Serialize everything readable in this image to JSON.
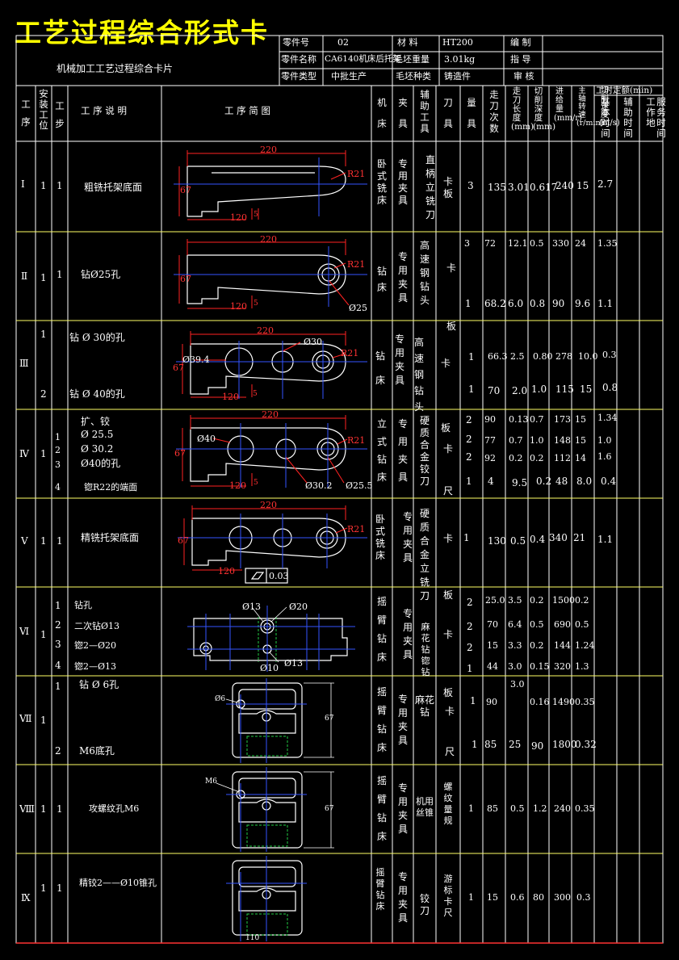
{
  "title": "工艺过程综合形式卡",
  "card_name": "机械加工工艺过程综合卡片",
  "header": {
    "part_no_label": "零件号",
    "part_no": "02",
    "material_label": "材 料",
    "material": "HT200",
    "compile_label": "编 制",
    "part_name_label": "零件名称",
    "part_name": "CA6140机床后托架",
    "blank_weight_label": "毛坯重量",
    "blank_weight": "3.01kg",
    "guide_label": "指 导",
    "part_type_label": "零件类型",
    "part_type": "中批生产",
    "blank_type_label": "毛坯种类",
    "blank_type": "铸造件",
    "review_label": "审 核"
  },
  "columns": {
    "c1": "工序",
    "c2": "安装工位",
    "c3": "工步",
    "c4": "工 序 说 明",
    "c5": "工 序 简 图",
    "c6": "机床",
    "c7": "夹具",
    "c8": "辅助工具",
    "c9": "刀具",
    "c10": "量具",
    "c11": "走刀次数",
    "c12": "走刀长度(mm)",
    "c13": "切削深度(mm)",
    "c14": "进给量(mm/r)",
    "c15": "主轴转速(r/min)",
    "c16": "切削速度(m/s)",
    "time_group": "工时定额(min)",
    "c17": "基本时间",
    "c18": "辅助时间",
    "c19": "工作地",
    "c20": "服务时间"
  },
  "rows": [
    {
      "proc": "Ⅰ",
      "inst": "1",
      "step": "1",
      "desc": "粗铣托架底面",
      "machine": "卧式铣床",
      "fixture": "专用夹具",
      "tool": "直柄立铣刀",
      "gauge": "卡板",
      "passes": "3",
      "length": "135",
      "depth": "3.01",
      "feed": "0.617",
      "speed": "240",
      "vel": "15",
      "time": "2.7",
      "dims": {
        "w": "220",
        "r": "R21",
        "h": "67",
        "b": "120",
        "e": "5"
      }
    },
    {
      "proc": "Ⅱ",
      "inst": "1",
      "step": "1",
      "desc": "钻Ø25孔",
      "machine": "钻床",
      "fixture": "专用夹具",
      "tool": "高速钢钻头",
      "gauge": "卡板",
      "passes": "3",
      "length": "72",
      "depth": "12.1",
      "feed": "0.5",
      "speed": "330",
      "vel": "24",
      "time": "1.35",
      "passes2": "1",
      "length2": "68.2",
      "depth2": "6.0",
      "feed2": "0.8",
      "speed2": "90",
      "vel2": "9.6",
      "time2": "1.1",
      "dims": {
        "w": "220",
        "r": "R21",
        "h": "67",
        "b": "120",
        "e": "5",
        "d": "Ø25"
      }
    },
    {
      "proc": "Ⅲ",
      "inst1": "1",
      "inst2": "2",
      "desc1": "钻 Ø 30的孔",
      "desc2": "钻 Ø 40的孔",
      "machine": "钻床",
      "fixture": "专用夹具",
      "tool": "高速钢钻头",
      "gauge": "卡板",
      "passes": "1",
      "length": "66.3",
      "depth": "2.5",
      "feed": "0.80",
      "speed": "278",
      "vel": "10.0",
      "time": "0.3",
      "passes2": "1",
      "length2": "70",
      "depth2": "2.0",
      "feed2": "1.0",
      "speed2": "115",
      "vel2": "15",
      "time2": "0.8",
      "dims": {
        "w": "220",
        "r": "R21",
        "h": "67",
        "b": "120",
        "e": "5",
        "d1": "Ø30",
        "d2": "Ø39.4"
      }
    },
    {
      "proc": "Ⅳ",
      "inst": "1",
      "steps": [
        "1",
        "2",
        "3",
        "4"
      ],
      "desc": [
        "扩、铰",
        "Ø 25.5",
        "Ø 30.2",
        "Ø40的孔",
        "锪R22的端面"
      ],
      "machine": "立式钻床",
      "fixture": "专用夹具",
      "tool": "硬质合金铰刀",
      "gauge": "卡尺",
      "passes": [
        "2",
        "2",
        "2",
        "1"
      ],
      "length": [
        "90",
        "77",
        "92",
        "4"
      ],
      "depth": [
        "0.13",
        "0.7",
        "0.2",
        "9.5"
      ],
      "feed": [
        "0.7",
        "1.0",
        "0.2",
        "0.2"
      ],
      "speed": [
        "173",
        "148",
        "112",
        "48"
      ],
      "vel": [
        "15",
        "15",
        "14",
        "8.0"
      ],
      "time": [
        "1.34",
        "1.0",
        "1.6",
        "0.4"
      ],
      "dims": {
        "w": "220",
        "r": "R21",
        "h": "67",
        "b": "120",
        "e": "5",
        "d1": "Ø40",
        "d2": "Ø30.2",
        "d3": "Ø25.5"
      }
    },
    {
      "proc": "Ⅴ",
      "inst": "1",
      "step": "1",
      "desc": "精铣托架底面",
      "machine": "卧式铣床",
      "fixture": "专用夹具",
      "tool": "硬质合金立铣刀",
      "gauge": "卡板",
      "passes": "1",
      "length": "130",
      "depth": "0.5",
      "feed": "0.4",
      "speed": "340",
      "vel": "21",
      "time": "1.1",
      "dims": {
        "w": "220",
        "r": "R21",
        "h": "67",
        "b": "120",
        "tol": "0.03"
      }
    },
    {
      "proc": "Ⅵ",
      "inst": "1",
      "steps": [
        "1",
        "2",
        "3",
        "4"
      ],
      "desc": [
        "钻孔",
        "二次钻Ø13",
        "锪2—Ø20",
        "锪2—Ø13"
      ],
      "machine": "摇臂钻床",
      "fixture": "专用夹具",
      "tool": "麻花钻锪钻",
      "gauge": "卡板",
      "passes": [
        "2",
        "2",
        "2",
        "1"
      ],
      "length": [
        "25.0",
        "70",
        "15",
        "44"
      ],
      "depth": [
        "3.5",
        "6.4",
        "3.3",
        "3.0"
      ],
      "feed": [
        "0.2",
        "0.5",
        "0.2",
        "0.15"
      ],
      "speed": [
        "1500",
        "690",
        "144",
        "320"
      ],
      "vel": [
        "0.2",
        "0.5",
        "1.24",
        "1.3"
      ],
      "dims": {
        "d1": "Ø13",
        "d2": "Ø20",
        "d3": "Ø10",
        "d4": "Ø13"
      }
    },
    {
      "proc": "Ⅶ",
      "inst": "1",
      "steps": [
        "1",
        "2"
      ],
      "desc": [
        "钻 Ø 6孔",
        "M6底孔"
      ],
      "machine": "摇臂钻床",
      "fixture": "专用夹具",
      "tool": "麻花钻",
      "gauge": "卡尺",
      "passes": "1",
      "length": "90",
      "depth_top": "3.0",
      "feed": "0.16",
      "speed": "1490",
      "vel": "0.35",
      "passes2": "1",
      "length2": "85",
      "depth2": "25",
      "feed2": "90",
      "speed2": "1800",
      "vel2": "0.32",
      "dims": {
        "d": "Ø6",
        "h": "67"
      }
    },
    {
      "proc": "Ⅷ",
      "inst": "1",
      "step": "1",
      "desc": "攻螺纹孔M6",
      "machine": "摇臂钻床",
      "fixture": "专用夹具",
      "tool": "机用丝锥",
      "gauge": "螺纹量规",
      "passes": "1",
      "length": "85",
      "depth": "0.5",
      "feed": "1.2",
      "speed": "240",
      "vel": "0.35",
      "dims": {
        "d": "M6",
        "h": "67"
      }
    },
    {
      "proc": "Ⅸ",
      "inst": "1",
      "step": "1",
      "desc": "精铰2——Ø10锥孔",
      "machine": "摇臂钻床",
      "fixture": "专用夹具",
      "tool": "铰刀",
      "gauge": "游标卡尺",
      "passes": "1",
      "length": "15",
      "depth": "0.6",
      "feed": "80",
      "speed": "300",
      "vel": "0.3",
      "dims": {
        "b": "110"
      }
    }
  ]
}
